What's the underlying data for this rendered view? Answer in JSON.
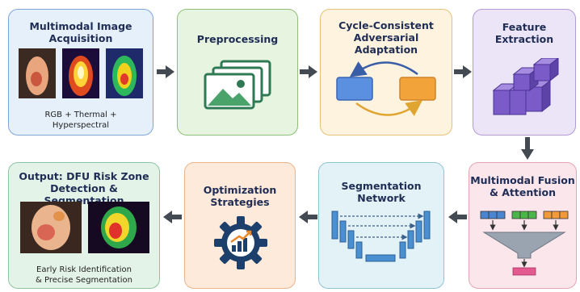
{
  "stages": {
    "acquisition": {
      "title": "Multimodal Image\nAcquisition",
      "caption": "RGB + Thermal +\nHyperspectral",
      "icon": "foot-images-icon"
    },
    "preprocessing": {
      "title": "Preprocessing",
      "icon": "image-stack-icon"
    },
    "adaptation": {
      "title": "Cycle-Consistent\nAdversarial Adaptation",
      "icon": "cycle-icon"
    },
    "features": {
      "title": "Feature\nExtraction",
      "icon": "cube-stack-icon"
    },
    "fusion": {
      "title": "Multimodal Fusion\n& Attention",
      "icon": "funnel-icon"
    },
    "segmentation": {
      "title": "Segmentation\nNetwork",
      "icon": "unet-icon"
    },
    "optimization": {
      "title": "Optimization\nStrategies",
      "icon": "gear-chart-icon"
    },
    "output": {
      "title": "Output: DFU Risk Zone\nDetection & Segmentation",
      "caption": "Early Risk Identification\n& Precise Segmentation",
      "icon": "heatmap-foot-icon"
    }
  },
  "colors": {
    "blue_bg": "#e6f0fb",
    "blue_border": "#7fa6d6",
    "green_bg": "#e7f4df",
    "green_border": "#8fc07a",
    "yellow_bg": "#fdf3de",
    "yellow_border": "#e4c27a",
    "purple_bg": "#ece4f7",
    "purple_border": "#b39ad9",
    "pink_bg": "#fbe6ec",
    "pink_border": "#e5a3b6",
    "teal_bg": "#e3f2f6",
    "teal_border": "#8ec4d2",
    "orange_bg": "#fdeadb",
    "orange_border": "#eab38a",
    "mint_bg": "#e4f3e8",
    "mint_border": "#8fc4a0",
    "arrow": "#444a52"
  }
}
